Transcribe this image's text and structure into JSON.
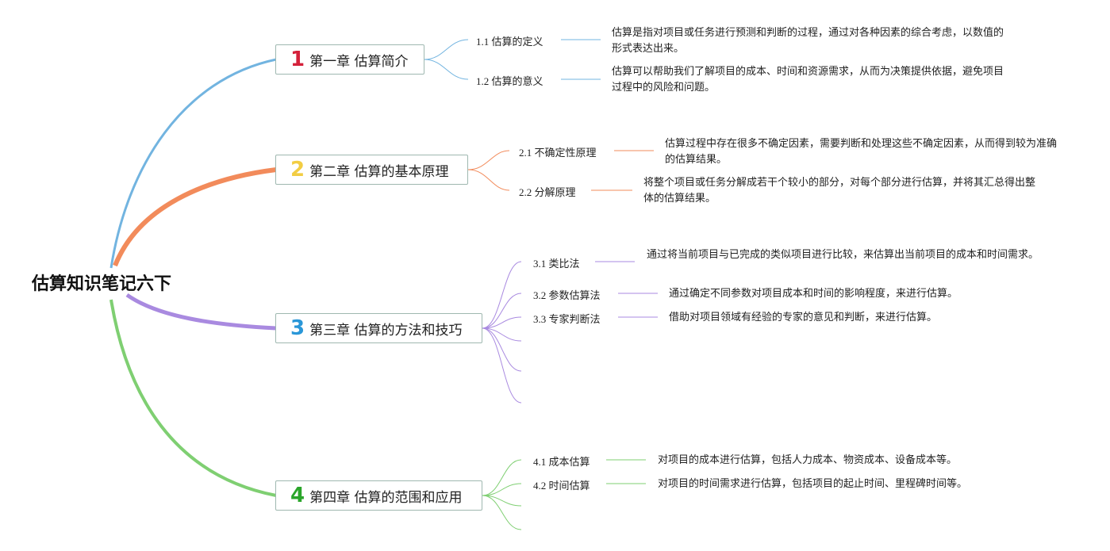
{
  "root": {
    "title": "估算知识笔记六下"
  },
  "colors": {
    "ch1": "#72b4e0",
    "ch2": "#f28b5b",
    "ch3": "#a98ae0",
    "ch4": "#7fcf72",
    "num1": "#d4213a",
    "num2": "#f2cd43",
    "num3": "#2a97d8",
    "num4": "#2aa52a"
  },
  "chapters": [
    {
      "num": "1",
      "title": "第一章 估算简介",
      "items": [
        {
          "label": "1.1 估算的定义",
          "desc": "估算是指对项目或任务进行预测和判断的过程，通过对各种因素的综合考虑，以数值的形式表达出来。"
        },
        {
          "label": "1.2 估算的意义",
          "desc": "估算可以帮助我们了解项目的成本、时间和资源需求，从而为决策提供依据，避免项目过程中的风险和问题。"
        }
      ]
    },
    {
      "num": "2",
      "title": "第二章 估算的基本原理",
      "items": [
        {
          "label": "2.1 不确定性原理",
          "desc": "估算过程中存在很多不确定因素，需要判断和处理这些不确定因素，从而得到较为准确的估算结果。"
        },
        {
          "label": "2.2 分解原理",
          "desc": "将整个项目或任务分解成若干个较小的部分，对每个部分进行估算，并将其汇总得出整体的估算结果。"
        }
      ]
    },
    {
      "num": "3",
      "title": "第三章 估算的方法和技巧",
      "items": [
        {
          "label": "3.1 类比法",
          "desc": "通过将当前项目与已完成的类似项目进行比较，来估算出当前项目的成本和时间需求。"
        },
        {
          "label": "3.2 参数估算法",
          "desc": "通过确定不同参数对项目成本和时间的影响程度，来进行估算。"
        },
        {
          "label": "3.3 专家判断法",
          "desc": "借助对项目领域有经验的专家的意见和判断，来进行估算。"
        }
      ]
    },
    {
      "num": "4",
      "title": "第四章 估算的范围和应用",
      "items": [
        {
          "label": "4.1 成本估算",
          "desc": "对项目的成本进行估算，包括人力成本、物资成本、设备成本等。"
        },
        {
          "label": "4.2 时间估算",
          "desc": "对项目的时间需求进行估算，包括项目的起止时间、里程碑时间等。"
        }
      ]
    }
  ]
}
